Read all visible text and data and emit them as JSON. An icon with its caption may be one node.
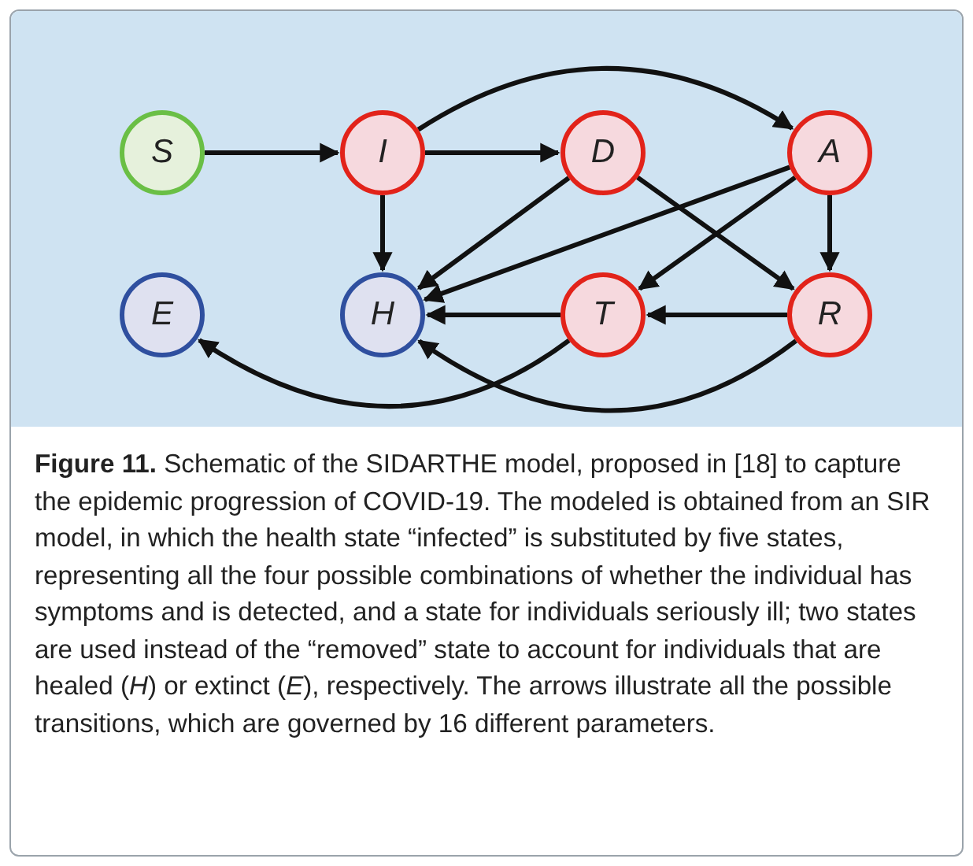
{
  "diagram": {
    "caption": "**Figure 11.** Schematic of the SIDARTHE model, proposed in [18] to capture the epidemic progression of COVID-19. The modeled is obtained from an SIR model, in which the health state “infected” is substituted by five states, representing all the four possible combinations of whether the individual has symptoms and is detected, and a state for individuals seriously ill; two states are used instead of the “removed” state to account for individuals that are healed (*H*) or extinct (*E*), respectively. The arrows illustrate all the possible transitions, which are governed by 16 different parameters.",
    "nodes": [
      {
        "text": [
          "S"
        ]
      },
      {
        "text": [
          "I"
        ]
      },
      {
        "text": [
          "D"
        ]
      },
      {
        "text": [
          "A"
        ]
      },
      {
        "text": [
          "E"
        ]
      },
      {
        "text": [
          "H"
        ]
      },
      {
        "text": [
          "T"
        ]
      },
      {
        "text": [
          "R"
        ]
      }
    ],
    "edges": [
      {
        "from": 0,
        "to": 1,
        "arrow": "to"
      },
      {
        "from": 1,
        "to": 2,
        "arrow": "to"
      },
      {
        "from": 1,
        "to": 3,
        "arrow": "to"
      },
      {
        "from": 1,
        "to": 5,
        "arrow": "to"
      },
      {
        "from": 2,
        "to": 5,
        "arrow": "to"
      },
      {
        "from": 2,
        "to": 7,
        "arrow": "to"
      },
      {
        "from": 3,
        "to": 5,
        "arrow": "to"
      },
      {
        "from": 3,
        "to": 6,
        "arrow": "to"
      },
      {
        "from": 3,
        "to": 7,
        "arrow": "to"
      },
      {
        "from": 7,
        "to": 6,
        "arrow": "to"
      },
      {
        "from": 6,
        "to": 5,
        "arrow": "to"
      },
      {
        "from": 6,
        "to": 4,
        "arrow": "to"
      },
      {
        "from": 7,
        "to": 5,
        "arrow": "to"
      }
    ]
  }
}
